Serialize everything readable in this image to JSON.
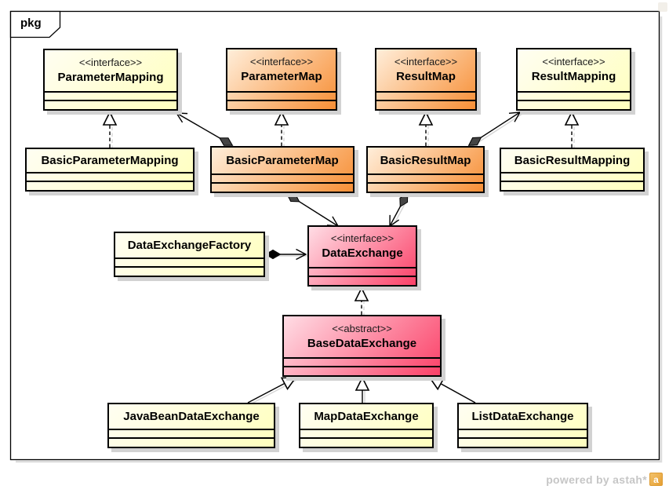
{
  "frame": {
    "tab_label": "pkg"
  },
  "watermark": {
    "text": "powered by astah*",
    "logo": "astah-logo"
  },
  "colors": {
    "yellow_light": "#fffef2",
    "yellow_dark": "#ffffbe",
    "orange_light": "#ffeeda",
    "orange_dark": "#f78f36",
    "pink_light": "#ffdde5",
    "pink_dark": "#fb4168",
    "box_shadow": "#d2d2d2",
    "border": "#000000"
  },
  "classes": [
    {
      "id": "ParameterMapping",
      "stereotype": "<<interface>>",
      "name": "ParameterMapping",
      "color": "yellow"
    },
    {
      "id": "ParameterMap",
      "stereotype": "<<interface>>",
      "name": "ParameterMap",
      "color": "orange"
    },
    {
      "id": "ResultMap",
      "stereotype": "<<interface>>",
      "name": "ResultMap",
      "color": "orange"
    },
    {
      "id": "ResultMapping",
      "stereotype": "<<interface>>",
      "name": "ResultMapping",
      "color": "yellow"
    },
    {
      "id": "BasicParameterMapping",
      "stereotype": "",
      "name": "BasicParameterMapping",
      "color": "yellow"
    },
    {
      "id": "BasicParameterMap",
      "stereotype": "",
      "name": "BasicParameterMap",
      "color": "orange"
    },
    {
      "id": "BasicResultMap",
      "stereotype": "",
      "name": "BasicResultMap",
      "color": "orange"
    },
    {
      "id": "BasicResultMapping",
      "stereotype": "",
      "name": "BasicResultMapping",
      "color": "yellow"
    },
    {
      "id": "DataExchangeFactory",
      "stereotype": "",
      "name": "DataExchangeFactory",
      "color": "yellow"
    },
    {
      "id": "DataExchange",
      "stereotype": "<<interface>>",
      "name": "DataExchange",
      "color": "pink"
    },
    {
      "id": "BaseDataExchange",
      "stereotype": "<<abstract>>",
      "name": "BaseDataExchange",
      "color": "pink"
    },
    {
      "id": "JavaBeanDataExchange",
      "stereotype": "",
      "name": "JavaBeanDataExchange",
      "color": "yellow"
    },
    {
      "id": "MapDataExchange",
      "stereotype": "",
      "name": "MapDataExchange",
      "color": "yellow"
    },
    {
      "id": "ListDataExchange",
      "stereotype": "",
      "name": "ListDataExchange",
      "color": "yellow"
    }
  ],
  "relationships": [
    {
      "from": "BasicParameterMapping",
      "to": "ParameterMapping",
      "type": "realization"
    },
    {
      "from": "BasicParameterMap",
      "to": "ParameterMap",
      "type": "realization"
    },
    {
      "from": "BasicResultMap",
      "to": "ResultMap",
      "type": "realization"
    },
    {
      "from": "BasicResultMapping",
      "to": "ResultMapping",
      "type": "realization"
    },
    {
      "from": "BasicParameterMap",
      "to": "ParameterMapping",
      "type": "aggregation"
    },
    {
      "from": "BasicResultMap",
      "to": "ResultMapping",
      "type": "aggregation"
    },
    {
      "from": "BasicParameterMap",
      "to": "DataExchange",
      "type": "aggregation"
    },
    {
      "from": "BasicResultMap",
      "to": "DataExchange",
      "type": "aggregation"
    },
    {
      "from": "DataExchangeFactory",
      "to": "DataExchange",
      "type": "composition"
    },
    {
      "from": "BaseDataExchange",
      "to": "DataExchange",
      "type": "realization"
    },
    {
      "from": "JavaBeanDataExchange",
      "to": "BaseDataExchange",
      "type": "generalization"
    },
    {
      "from": "MapDataExchange",
      "to": "BaseDataExchange",
      "type": "generalization"
    },
    {
      "from": "ListDataExchange",
      "to": "BaseDataExchange",
      "type": "generalization"
    }
  ]
}
